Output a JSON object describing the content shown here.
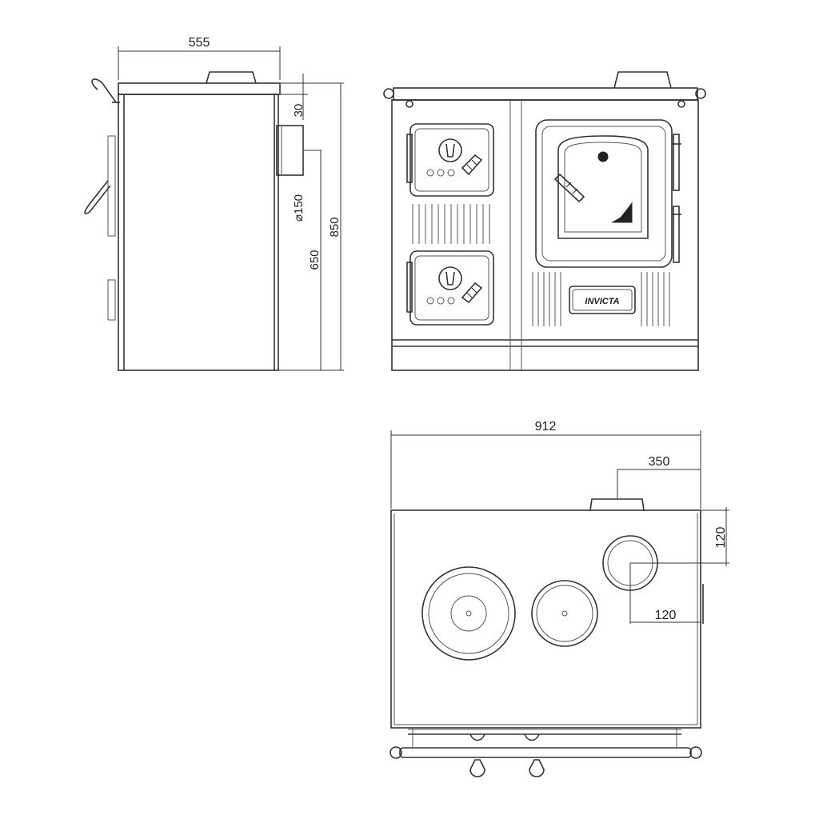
{
  "side_view": {
    "width_label": "555",
    "top_label": "30",
    "flue_label": "⌀150",
    "flue_height_label": "650",
    "total_height_label": "850"
  },
  "front_view": {
    "brand_badge": "INVICTA"
  },
  "top_view": {
    "width_label": "912",
    "flue_offset_label": "350",
    "flue_depth_label": "120",
    "flue_side_label": "120"
  }
}
